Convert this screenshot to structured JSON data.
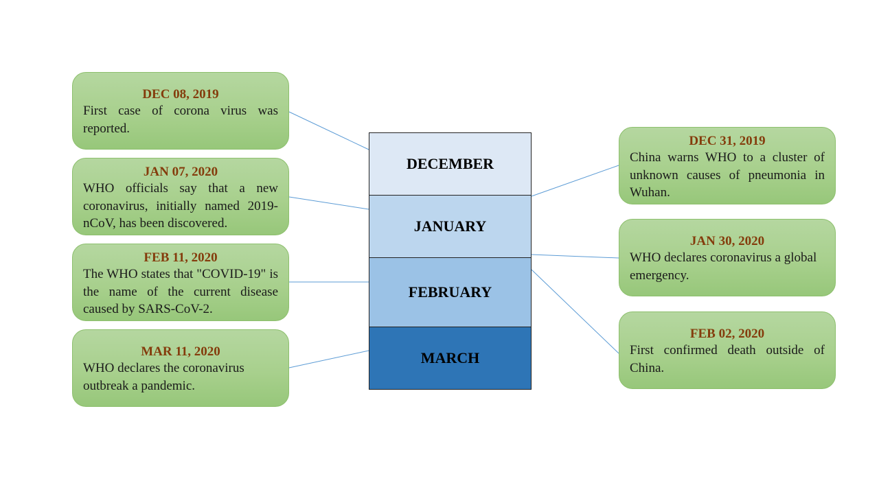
{
  "months": {
    "december": "DECEMBER",
    "january": "JANUARY",
    "february": "FEBRUARY",
    "march": "MARCH"
  },
  "events": {
    "dec08": {
      "date": "DEC 08, 2019",
      "text": "First case of corona virus was reported."
    },
    "jan07": {
      "date": "JAN 07, 2020",
      "text": "WHO officials say that a new coronavirus, initially named 2019-nCoV, has been discovered."
    },
    "feb11": {
      "date": "FEB 11, 2020",
      "text": "The WHO states that \"COVID-19\" is the name of the current disease caused by SARS-CoV-2."
    },
    "mar11": {
      "date": "MAR 11, 2020",
      "text": "WHO declares the coronavirus outbreak a pandemic."
    },
    "dec31": {
      "date": "DEC 31, 2019",
      "text": "China warns WHO to a cluster of unknown causes of pneumonia in Wuhan."
    },
    "jan30": {
      "date": "JAN 30, 2020",
      "text": "WHO declares coronavirus a global emergency."
    },
    "feb02": {
      "date": "FEB 02, 2020",
      "text": "First confirmed death outside of China."
    }
  },
  "colors": {
    "date_text": "#843c0c",
    "box_fill": "#a8d08d",
    "connector": "#5b9bd5",
    "december_fill": "#dde8f5",
    "january_fill": "#bcd6ee",
    "february_fill": "#9bc2e6",
    "march_fill": "#2e75b6"
  }
}
